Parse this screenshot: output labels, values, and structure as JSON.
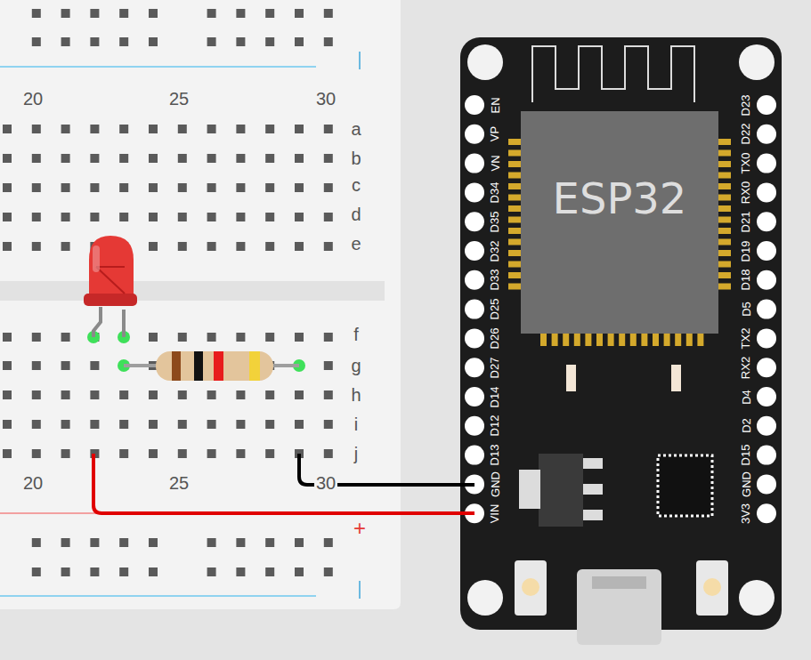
{
  "diagram": {
    "nodes": [
      {
        "text": [
          "ESP32"
        ]
      }
    ],
    "labels": [
      "20",
      "25",
      "30",
      "a",
      "b",
      "c",
      "d",
      "e",
      "f",
      "g",
      "h",
      "i",
      "j",
      "20",
      "25",
      "30",
      "+",
      "EN",
      "VP",
      "VN",
      "D34",
      "D35",
      "D32",
      "D33",
      "D25",
      "D26",
      "D27",
      "D14",
      "D12",
      "D13",
      "GND",
      "VIN",
      "D23",
      "D22",
      "TX0",
      "RX0",
      "D21",
      "D19",
      "D18",
      "D5",
      "TX2",
      "RX2",
      "D4",
      "D2",
      "D15",
      "GND",
      "3V3"
    ]
  }
}
